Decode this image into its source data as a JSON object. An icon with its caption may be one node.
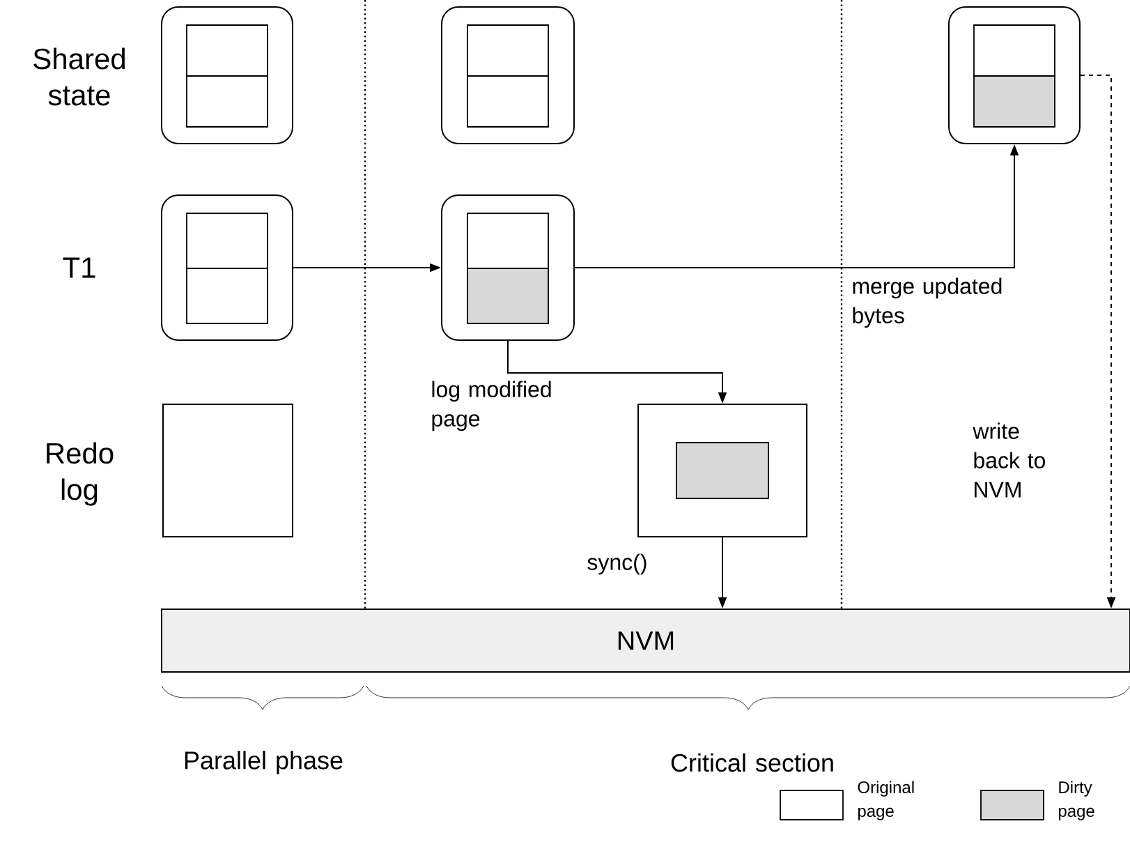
{
  "diagram": {
    "nodes": [
      {
        "text": [],
        "shape": "box"
      },
      {
        "text": [],
        "shape": "box"
      },
      {
        "text": [],
        "shape": "box"
      },
      {
        "text": [],
        "shape": "box"
      },
      {
        "text": [],
        "shape": "box"
      },
      {
        "text": [],
        "shape": "box"
      },
      {
        "text": [],
        "shape": "box"
      },
      {
        "text": [
          "NVM"
        ]
      }
    ],
    "edges": [
      {
        "from": 3,
        "to": 4,
        "arrow": "to"
      },
      {
        "from": 4,
        "to": 2,
        "arrow": "to",
        "label": "merge updated bytes"
      },
      {
        "from": 4,
        "to": 6,
        "arrow": "to",
        "label": "log modified page"
      },
      {
        "from": 6,
        "to": 7,
        "arrow": "to",
        "label": "sync()"
      },
      {
        "from": 2,
        "to": 7,
        "arrow": "to",
        "label": "write back to NVM",
        "style": "dashed"
      }
    ],
    "labels": [
      "Shared state",
      "T1",
      "Redo log",
      "Parallel phase",
      "Critical section"
    ],
    "legend": [
      {
        "text": "Original page"
      },
      {
        "text": "Dirty page",
        "color": "#d9d9d9"
      }
    ]
  }
}
